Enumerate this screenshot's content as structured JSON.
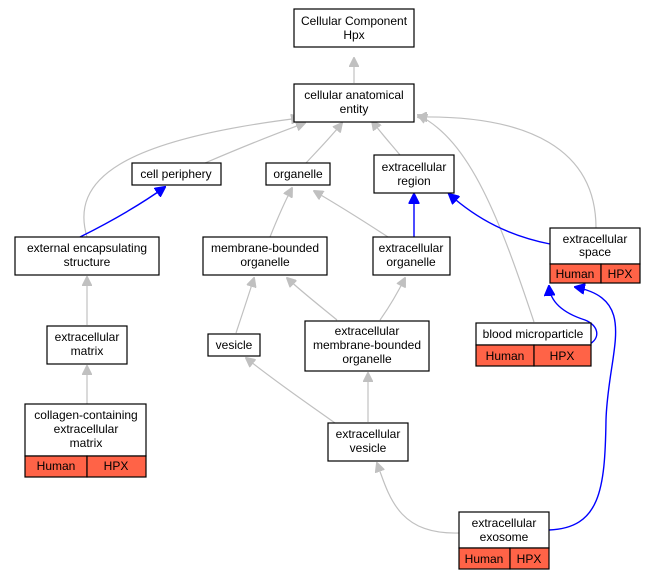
{
  "nodes": {
    "root": [
      "Cellular Component",
      "Hpx"
    ],
    "cae": [
      "cellular anatomical",
      "entity"
    ],
    "cell_periphery": [
      "cell periphery"
    ],
    "organelle": [
      "organelle"
    ],
    "extracellular_region": [
      "extracellular",
      "region"
    ],
    "external_encapsulating_structure": [
      "external encapsulating",
      "structure"
    ],
    "membrane_bounded_organelle": [
      "membrane-bounded",
      "organelle"
    ],
    "extracellular_organelle": [
      "extracellular",
      "organelle"
    ],
    "extracellular_space": [
      "extracellular",
      "space"
    ],
    "extracellular_matrix": [
      "extracellular",
      "matrix"
    ],
    "vesicle": [
      "vesicle"
    ],
    "ext_membrane_bounded_organelle": [
      "extracellular",
      "membrane-bounded",
      "organelle"
    ],
    "blood_microparticle": [
      "blood microparticle"
    ],
    "collagen_containing_ecm": [
      "collagen-containing",
      "extracellular",
      "matrix"
    ],
    "extracellular_vesicle": [
      "extracellular",
      "vesicle"
    ],
    "extracellular_exosome": [
      "extracellular",
      "exosome"
    ]
  },
  "annotations": {
    "human": "Human",
    "hpx": "HPX"
  },
  "colors": {
    "annotation_fill": "#ff6347",
    "is_a_edge": "#c0c0c0",
    "part_of_edge": "#0000ff"
  }
}
